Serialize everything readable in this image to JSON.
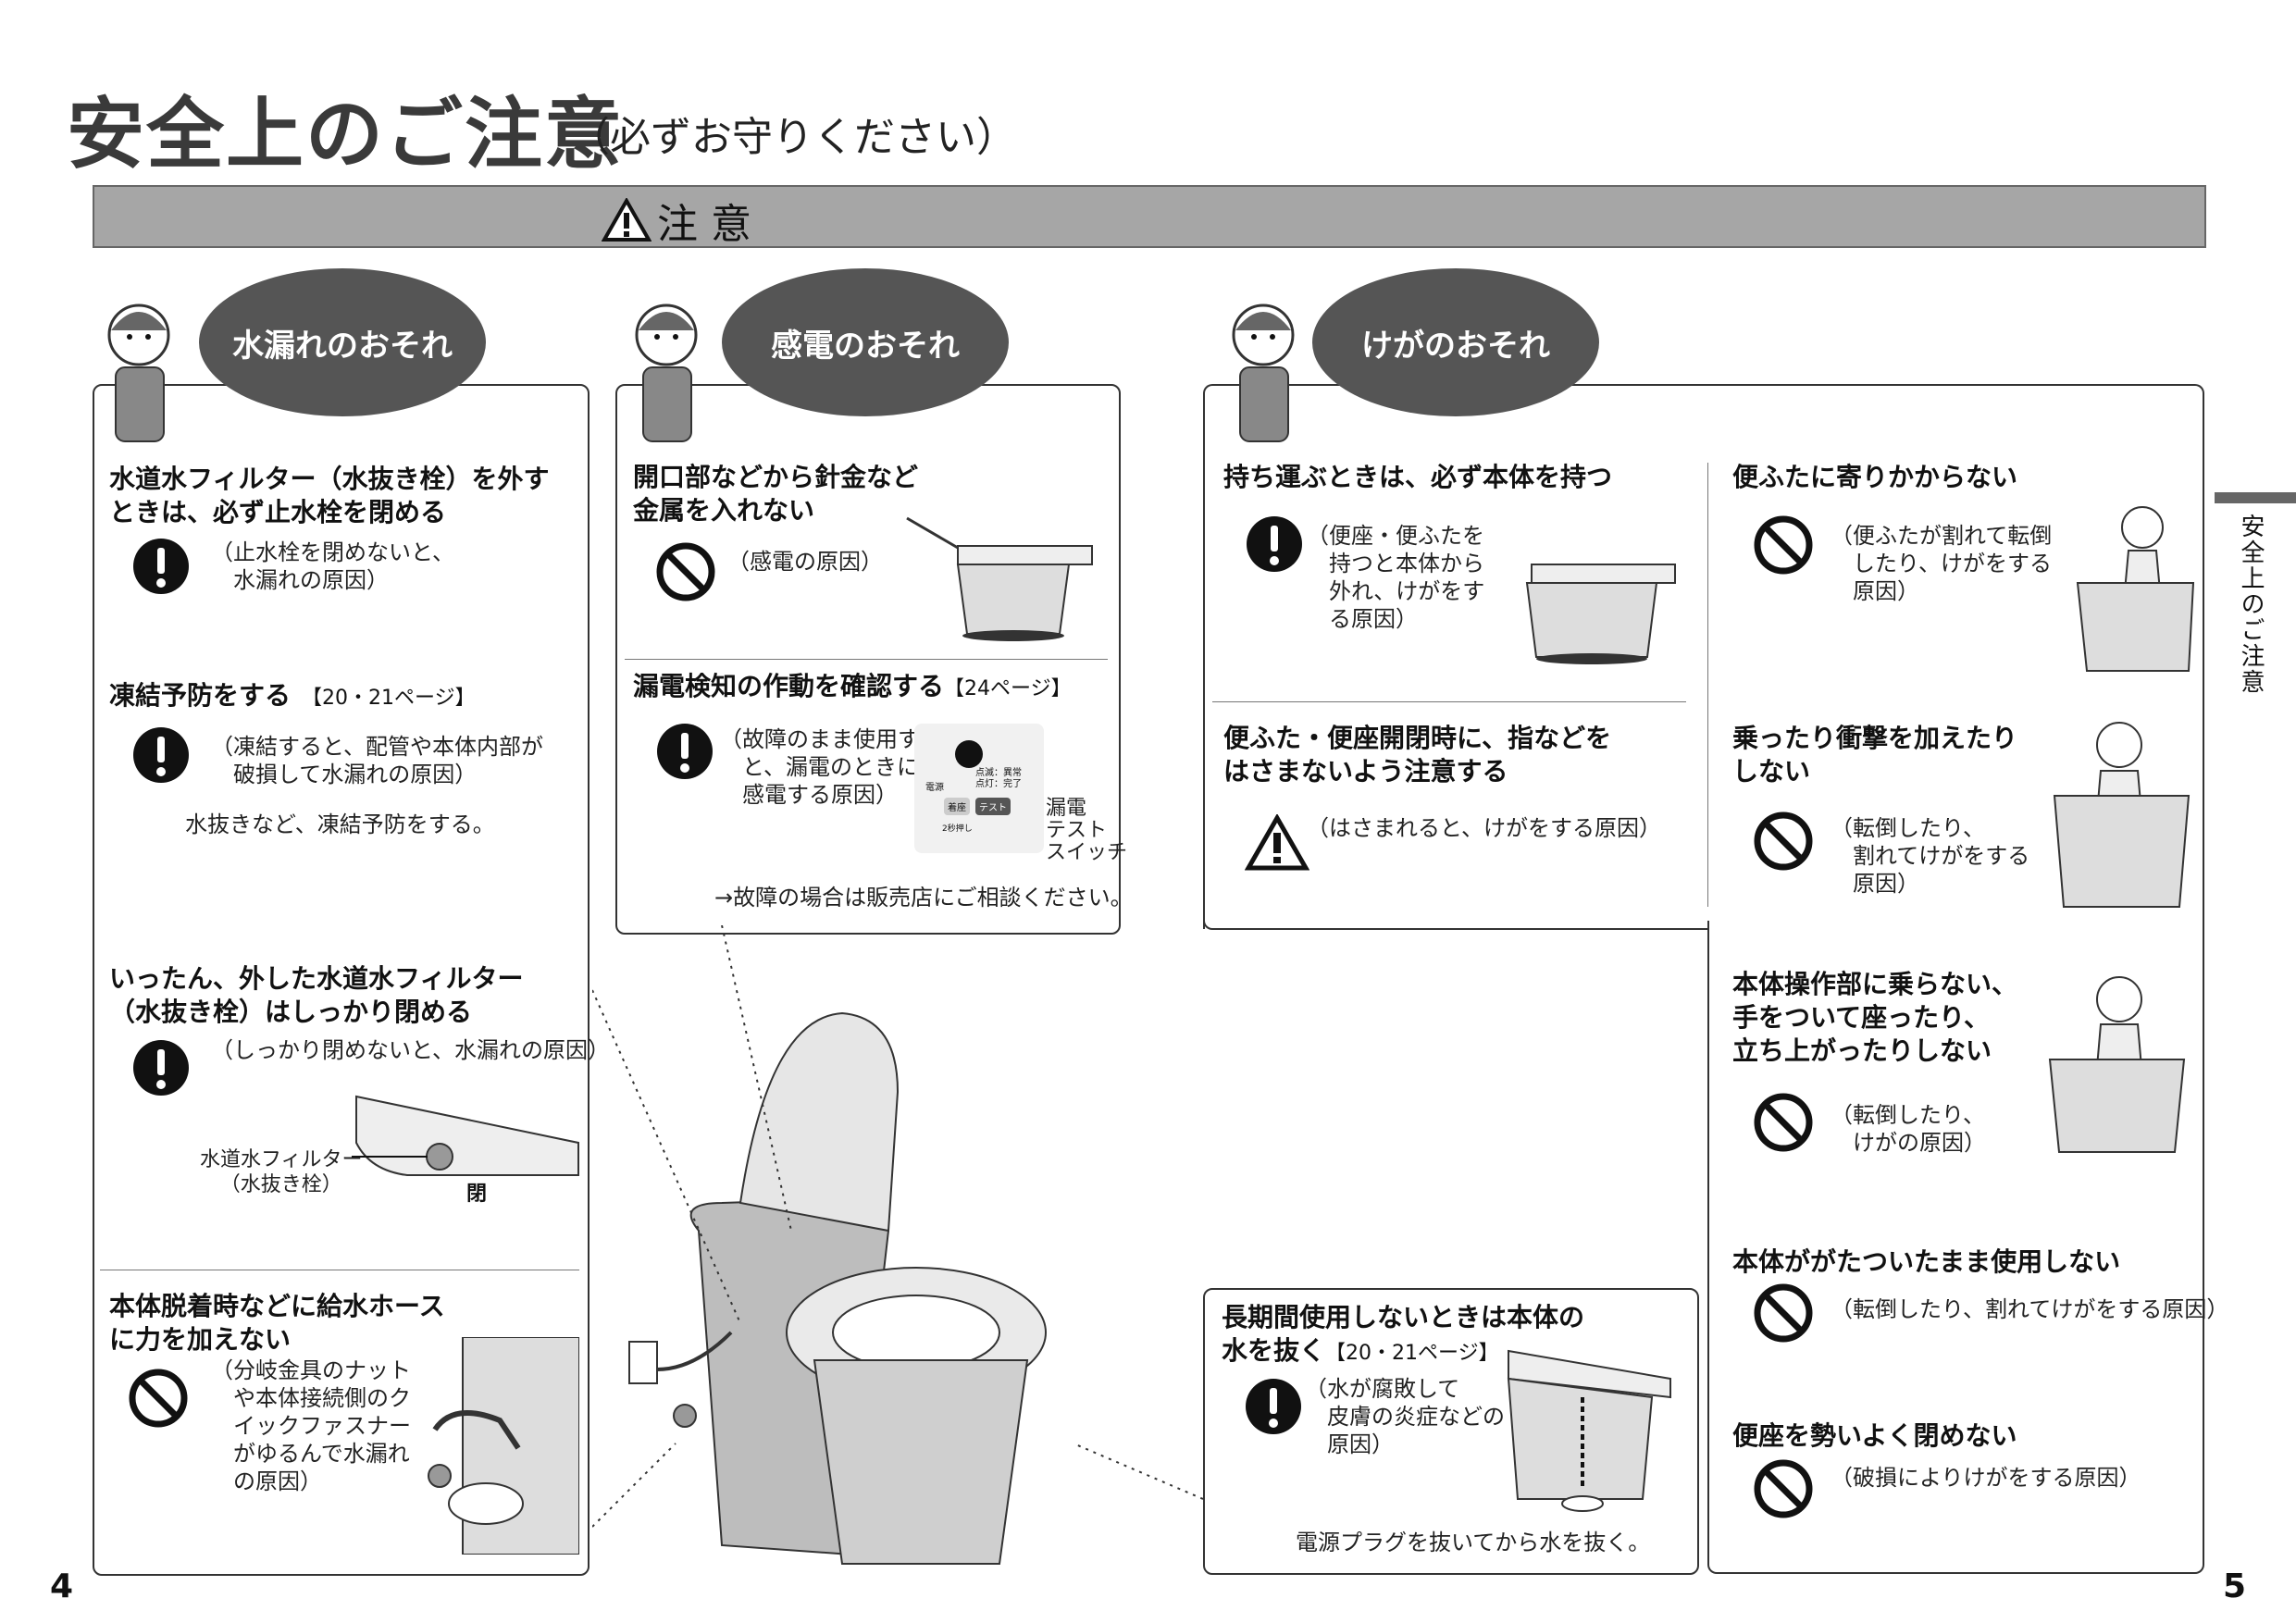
{
  "page": {
    "title": "安全上のご注意",
    "subtitle": "（必ずお守りください）",
    "caution_label": "注 意",
    "side_tab": "安全上のご注意",
    "page_left": "4",
    "page_right": "5"
  },
  "categories": {
    "water": "水漏れのおそれ",
    "shock": "感電のおそれ",
    "injury": "けがのおそれ"
  },
  "water": {
    "s1_head": [
      "水道水フィルター（水抜き栓）を外す",
      "ときは、必ず止水栓を閉める"
    ],
    "s1_note": [
      "（止水栓を閉めないと、",
      "　水漏れの原因）"
    ],
    "s2_head": "凍結予防をする",
    "s2_ref": "【20・21ページ】",
    "s2_note": [
      "（凍結すると、配管や本体内部が",
      "　破損して水漏れの原因）"
    ],
    "s2_extra": "水抜きなど、凍結予防をする。",
    "s3_head": [
      "いったん、外した水道水フィルター",
      "（水抜き栓）はしっかり閉める"
    ],
    "s3_note": "（しっかり閉めないと、水漏れの原因）",
    "s3_label": [
      "水道水フィルター",
      "（水抜き栓）"
    ],
    "s3_close": "閉",
    "s4_head": [
      "本体脱着時などに給水ホース",
      "に力を加えない"
    ],
    "s4_note": [
      "（分岐金具のナット",
      "　や本体接続側のク",
      "　イックファスナー",
      "　がゆるんで水漏れ",
      "　の原因）"
    ]
  },
  "shock": {
    "s1_head": [
      "開口部などから針金など",
      "金属を入れない"
    ],
    "s1_note": "（感電の原因）",
    "s2_head": "漏電検知の作動を確認する",
    "s2_ref": "【24ページ】",
    "s2_note": [
      "（故障のまま使用する",
      "　と、漏電のときに",
      "　感電する原因）"
    ],
    "s2_label": [
      "漏電",
      "テスト",
      "スイッチ"
    ],
    "panel": {
      "p1": "点滅：異常",
      "p2": "点灯：完了",
      "p3": "電源",
      "p4": "着座",
      "p5": "テスト",
      "p6": "2秒押し"
    },
    "s2_footer": "→故障の場合は販売店にご相談ください。"
  },
  "injury": {
    "a1_head": "持ち運ぶときは、必ず本体を持つ",
    "a1_note": [
      "（便座・便ふたを",
      "　持つと本体から",
      "　外れ、けがをす",
      "　る原因）"
    ],
    "a2_head": [
      "便ふた・便座開閉時に、指などを",
      "はさまないよう注意する"
    ],
    "a2_note": "（はさまれると、けがをする原因）",
    "b1_head": "便ふたに寄りかからない",
    "b1_note": [
      "（便ふたが割れて転倒",
      "　したり、けがをする",
      "　原因）"
    ],
    "b2_head": [
      "乗ったり衝撃を加えたり",
      "しない"
    ],
    "b2_note": [
      "（転倒したり、",
      "　割れてけがをする",
      "　原因）"
    ],
    "b3_head": [
      "本体操作部に乗らない、",
      "手をついて座ったり、",
      "立ち上がったりしない"
    ],
    "b3_note": [
      "（転倒したり、",
      "　けがの原因）"
    ],
    "b4_head": "本体ががたついたまま使用しない",
    "b4_note": "（転倒したり、割れてけがをする原因）",
    "b5_head": "便座を勢いよく閉めない",
    "b5_note": "（破損によりけがをする原因）",
    "c1_head": [
      "長期間使用しないときは本体の",
      "水を抜く"
    ],
    "c1_ref": "【20・21ページ】",
    "c1_note": [
      "（水が腐敗して",
      "　皮膚の炎症などの",
      "　原因）"
    ],
    "c1_footer": "電源プラグを抜いてから水を抜く。"
  }
}
